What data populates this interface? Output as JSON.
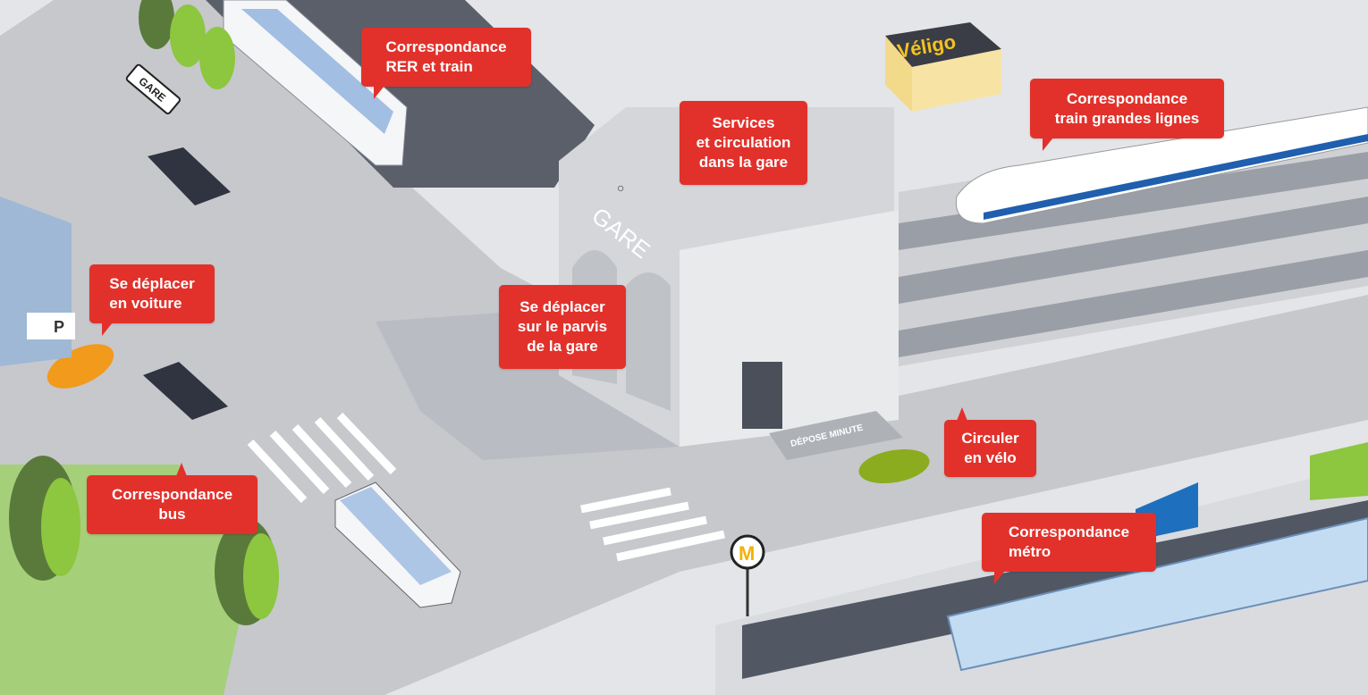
{
  "callouts": {
    "rer_train": {
      "line1": "Correspondance",
      "line2": "RER et train"
    },
    "services": {
      "line1": "Services",
      "line2": "et circulation",
      "line3": "dans la gare"
    },
    "grandes_lignes": {
      "line1": "Correspondance",
      "line2": "train grandes lignes"
    },
    "voiture": {
      "line1": "Se déplacer",
      "line2": "en voiture"
    },
    "parvis": {
      "line1": "Se déplacer",
      "line2": "sur le parvis",
      "line3": "de la gare"
    },
    "velo": {
      "line1": "Circuler",
      "line2": "en vélo"
    },
    "bus": {
      "line1": "Correspondance",
      "line2": "bus"
    },
    "metro": {
      "line1": "Correspondance",
      "line2": "métro"
    }
  },
  "scene": {
    "gare_sign": "GARE",
    "gare_building": "GARE",
    "depose_minute": "DÉPOSE MINUTE",
    "veligo_logo": "Véligo",
    "metro_sign": "M",
    "parking_sign": "P"
  },
  "colors": {
    "callout": "#e2312b",
    "background": "#e4e5e8",
    "road": "#c6c8cc",
    "grass": "#a6cf7a"
  }
}
